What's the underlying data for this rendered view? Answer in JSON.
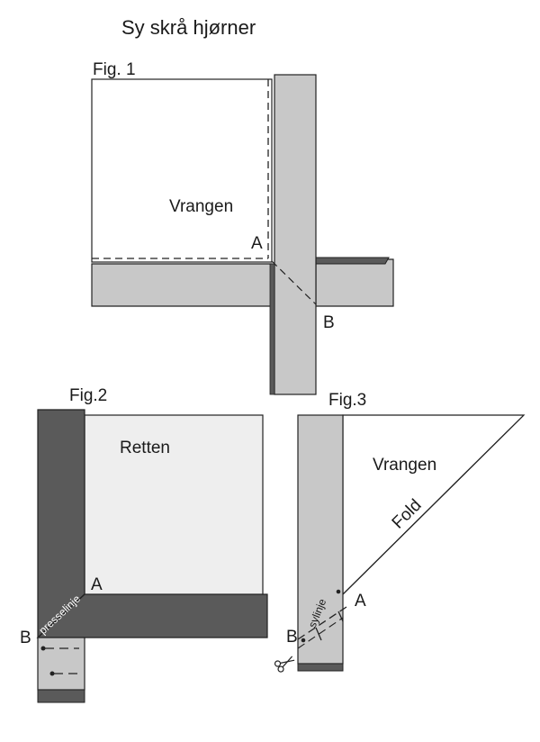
{
  "title": "Sy skrå hjørner",
  "fig1": {
    "label": "Fig. 1",
    "side": "Vrangen",
    "point_a": "A",
    "point_b": "B"
  },
  "fig2": {
    "label": "Fig.2",
    "side": "Retten",
    "point_a": "A",
    "point_b": "B",
    "press_line": "presselinje"
  },
  "fig3": {
    "label": "Fig.3",
    "side": "Vrangen",
    "fold": "Fold",
    "sew_line": "sylinje",
    "point_a": "A",
    "point_b": "B"
  },
  "colors": {
    "light_band": "#c8c8c8",
    "dark_band": "#5a5a5a",
    "retten_fill": "#eeeeee",
    "paper": "#ffffff"
  }
}
